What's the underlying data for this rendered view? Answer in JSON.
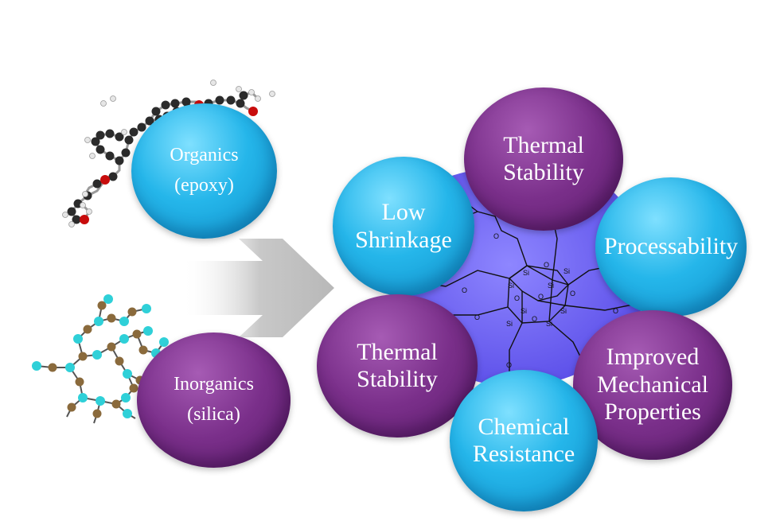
{
  "left_inputs": {
    "organics": {
      "line1": "Organics",
      "line2": "(epoxy)"
    },
    "inorganics": {
      "line1": "Inorganics",
      "line2": "(silica)"
    }
  },
  "properties": {
    "thermal_top": [
      "Thermal",
      "Stability"
    ],
    "low_shrinkage": [
      "Low",
      "Shrinkage"
    ],
    "processability": [
      "Processability"
    ],
    "thermal_left": [
      "Thermal",
      "Stability"
    ],
    "improved": [
      "Improved",
      "Mechanical",
      "Properties"
    ],
    "chemical": [
      "Chemical",
      "Resistance"
    ]
  },
  "center_molecule": {
    "atom_si": "Si",
    "atom_o": "O"
  },
  "colors": {
    "cyan": "#25b6ea",
    "purple": "#7a2f8a",
    "center_blue": "#6a5cf0",
    "arrow_gray": "#c8c8c8",
    "carbon": "#2b2b2b",
    "oxygen": "#c80c0c",
    "silicon": "#2fd0d8",
    "bronze": "#8a6a3c"
  },
  "icons": {
    "epoxy_molecule": "epoxy-molecule-icon",
    "silica_lattice": "silica-lattice-icon",
    "arrow": "right-arrow-icon",
    "poss": "poss-molecule-icon"
  }
}
